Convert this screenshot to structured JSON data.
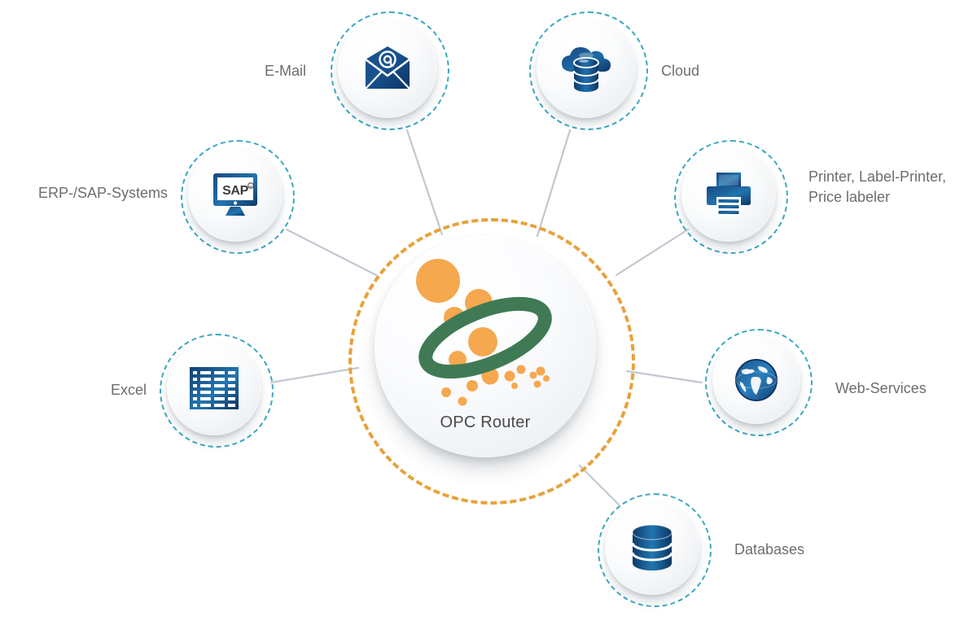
{
  "diagram": {
    "title": "OPC Router connectivity diagram",
    "hub": {
      "label": "OPC Router",
      "logo_icon": "opc-router-logo-icon",
      "ring_color": "#e8a13a",
      "logo_orange": "#f5a84e",
      "logo_green": "#3f7a55"
    },
    "node_ring_color": "#3aa8c1",
    "connector_color": "#c2c8d0",
    "label_color": "#6d6d6d",
    "nodes": [
      {
        "id": "email",
        "label": "E-Mail",
        "icon": "email-envelope-icon",
        "label_side": "left"
      },
      {
        "id": "cloud",
        "label": "Cloud",
        "icon": "cloud-database-icon",
        "label_side": "right"
      },
      {
        "id": "erp-sap",
        "label": "ERP-/SAP-Systems",
        "icon": "sap-monitor-icon",
        "label_side": "left"
      },
      {
        "id": "printer",
        "label": "Printer, Label-Printer,\nPrice labeler",
        "icon": "printer-icon",
        "label_side": "right"
      },
      {
        "id": "excel",
        "label": "Excel",
        "icon": "excel-spreadsheet-icon",
        "label_side": "left"
      },
      {
        "id": "web",
        "label": "Web-Services",
        "icon": "globe-icon",
        "label_side": "right"
      },
      {
        "id": "database",
        "label": "Databases",
        "icon": "database-icon",
        "label_side": "right"
      }
    ]
  }
}
